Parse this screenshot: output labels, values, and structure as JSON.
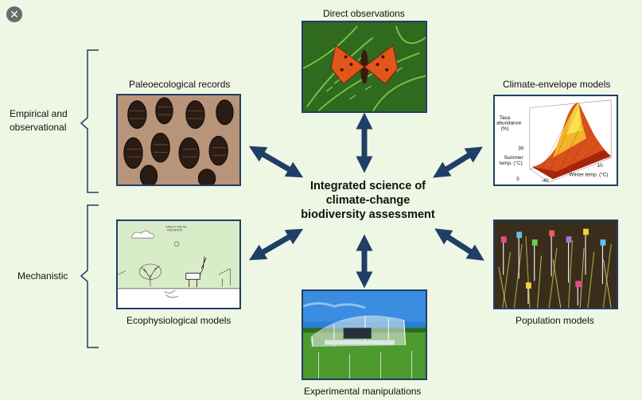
{
  "ui": {
    "close_glyph": "✕"
  },
  "diagram": {
    "center": [
      "Integrated science of",
      "climate-change",
      "biodiversity assessment"
    ],
    "groups": {
      "empirical": [
        "Empirical and",
        "observational"
      ],
      "mechanistic": "Mechanistic"
    },
    "panels": {
      "direct": "Direct observations",
      "paleo": "Paleoecological records",
      "climate": "Climate-envelope models",
      "ecophys": "Ecophysiological models",
      "population": "Population models",
      "experimental": "Experimental manipulations"
    },
    "chart_labels": {
      "taxa": [
        "Taxa",
        "abundance",
        "(%)"
      ],
      "summer": [
        "Summer",
        "temp. (°C)"
      ],
      "winter": "Winter temp. (°C)",
      "z30": "30",
      "z5": "5",
      "w10": "10",
      "wm40": "-40"
    },
    "sketch_label": [
      "DIRECT SOLAR",
      "RADIATION"
    ]
  },
  "colors": {
    "arrow": "#1f3f66",
    "background": "#eef6e4",
    "frame": "#1f3f66"
  }
}
